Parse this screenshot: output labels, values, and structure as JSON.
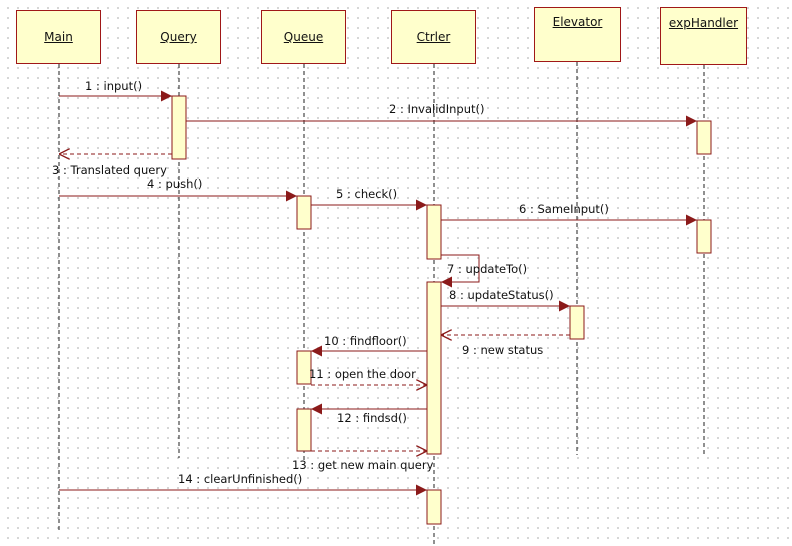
{
  "diagram": {
    "lifelines": [
      {
        "id": "main",
        "name": "Main"
      },
      {
        "id": "query",
        "name": "Query"
      },
      {
        "id": "queue",
        "name": "Queue"
      },
      {
        "id": "ctrler",
        "name": "Ctrler"
      },
      {
        "id": "elevator",
        "name": "Elevator"
      },
      {
        "id": "exphandler",
        "name": "expHandler"
      }
    ],
    "messages": [
      {
        "label": "1 : input()",
        "from": "main",
        "to": "query",
        "kind": "call"
      },
      {
        "label": "2 : InvalidInput()",
        "from": "query",
        "to": "exphandler",
        "kind": "call"
      },
      {
        "label": "3 : Translated query",
        "from": "query",
        "to": "main",
        "kind": "return"
      },
      {
        "label": "4 : push()",
        "from": "main",
        "to": "queue",
        "kind": "call"
      },
      {
        "label": "5 : check()",
        "from": "queue",
        "to": "ctrler",
        "kind": "call"
      },
      {
        "label": "6 : SameInput()",
        "from": "ctrler",
        "to": "exphandler",
        "kind": "call"
      },
      {
        "label": "7 : updateTo()",
        "from": "ctrler",
        "to": "ctrler",
        "kind": "self"
      },
      {
        "label": "8 : updateStatus()",
        "from": "ctrler",
        "to": "elevator",
        "kind": "call"
      },
      {
        "label": "9 : new status",
        "from": "elevator",
        "to": "ctrler",
        "kind": "return"
      },
      {
        "label": "10 : findfloor()",
        "from": "ctrler",
        "to": "queue",
        "kind": "call"
      },
      {
        "label": "11 : open the door",
        "from": "queue",
        "to": "ctrler",
        "kind": "return"
      },
      {
        "label": "12 : findsd()",
        "from": "ctrler",
        "to": "queue",
        "kind": "call"
      },
      {
        "label": "13 : get new main query",
        "from": "queue",
        "to": "ctrler",
        "kind": "return"
      },
      {
        "label": "14 : clearUnfinished()",
        "from": "main",
        "to": "ctrler",
        "kind": "call"
      }
    ],
    "colors": {
      "line": "#8b1a1a",
      "box_fill": "#ffffcc",
      "box_border": "#a01818",
      "dashed_lifeline": "#222222"
    }
  }
}
